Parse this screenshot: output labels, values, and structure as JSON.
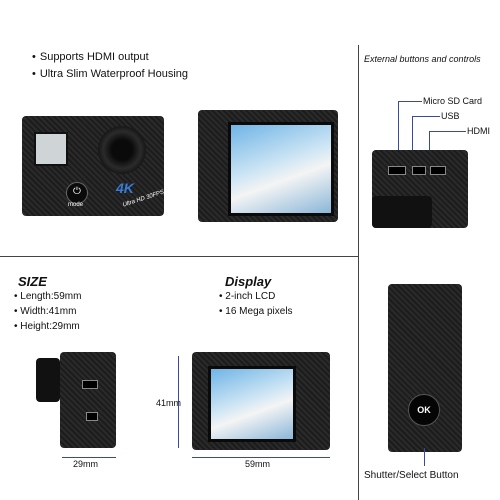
{
  "top_features": [
    "Supports HDMI output",
    "Ultra Slim Waterproof Housing"
  ],
  "camera_front": {
    "brand_mark": "4K",
    "brand_sub": "Ultra HD 30FPS",
    "mode_label": "mode"
  },
  "external": {
    "title": "External buttons and controls",
    "ports": [
      "Micro SD Card",
      "USB",
      "HDMI"
    ],
    "button_label": "Shutter/Select Button",
    "button_mark": "OK"
  },
  "size": {
    "title": "SIZE",
    "items": [
      "Length:59mm",
      "Width:41mm",
      "Height:29mm"
    ]
  },
  "display": {
    "title": "Display",
    "items": [
      "2-inch LCD",
      "16 Mega pixels"
    ]
  },
  "dimensions": {
    "width_label": "29mm",
    "height_label": "41mm",
    "length_label": "59mm"
  }
}
